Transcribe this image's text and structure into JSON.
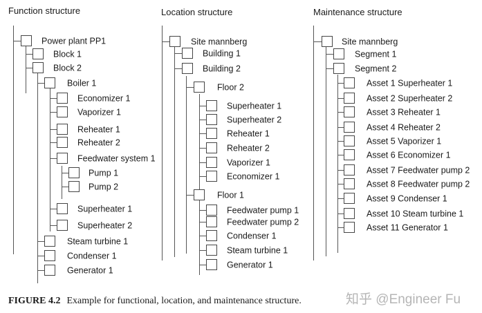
{
  "columns": [
    {
      "title": "Function structure",
      "nodes": [
        {
          "label": "Power plant PP1",
          "level": 0
        },
        {
          "label": "Block 1",
          "level": 1
        },
        {
          "label": "Block 2",
          "level": 1
        },
        {
          "label": "Boiler 1",
          "level": 2
        },
        {
          "label": "Economizer 1",
          "level": 3
        },
        {
          "label": "Vaporizer 1",
          "level": 3
        },
        {
          "label": "Reheater 1",
          "level": 3
        },
        {
          "label": "Reheater 2",
          "level": 3
        },
        {
          "label": "Feedwater system 1",
          "level": 3
        },
        {
          "label": "Pump 1",
          "level": 4
        },
        {
          "label": "Pump 2",
          "level": 4
        },
        {
          "label": "Superheater 1",
          "level": 3
        },
        {
          "label": "Superheater 2",
          "level": 3
        },
        {
          "label": "Steam turbine 1",
          "level": 2
        },
        {
          "label": "Condenser 1",
          "level": 2
        },
        {
          "label": "Generator 1",
          "level": 2
        }
      ]
    },
    {
      "title": "Location structure",
      "nodes": [
        {
          "label": "Site mannberg",
          "level": 0
        },
        {
          "label": "Building 1",
          "level": 1
        },
        {
          "label": "Building 2",
          "level": 1
        },
        {
          "label": "Floor 2",
          "level": 2
        },
        {
          "label": "Superheater 1",
          "level": 3
        },
        {
          "label": "Superheater 2",
          "level": 3
        },
        {
          "label": "Reheater 1",
          "level": 3
        },
        {
          "label": "Reheater 2",
          "level": 3
        },
        {
          "label": "Vaporizer 1",
          "level": 3
        },
        {
          "label": "Economizer 1",
          "level": 3
        },
        {
          "label": "Floor 1",
          "level": 2
        },
        {
          "label": "Feedwater pump 1",
          "level": 3
        },
        {
          "label": "Feedwater pump 2",
          "level": 3
        },
        {
          "label": "Condenser 1",
          "level": 3
        },
        {
          "label": "Steam turbine 1",
          "level": 3
        },
        {
          "label": "Generator 1",
          "level": 3
        }
      ]
    },
    {
      "title": "Maintenance structure",
      "nodes": [
        {
          "label": "Site mannberg",
          "level": 0
        },
        {
          "label": "Segment 1",
          "level": 1
        },
        {
          "label": "Segment 2",
          "level": 1
        },
        {
          "label": "Asset 1  Superheater 1",
          "level": 2
        },
        {
          "label": "Asset 2 Superheater 2",
          "level": 2
        },
        {
          "label": "Asset 3 Reheater 1",
          "level": 2
        },
        {
          "label": "Asset 4 Reheater 2",
          "level": 2
        },
        {
          "label": "Asset 5 Vaporizer 1",
          "level": 2
        },
        {
          "label": "Asset 6 Economizer 1",
          "level": 2
        },
        {
          "label": "Asset 7 Feedwater pump 2",
          "level": 2
        },
        {
          "label": "Asset 8 Feedwater pump 2",
          "level": 2
        },
        {
          "label": "Asset 9 Condenser 1",
          "level": 2
        },
        {
          "label": "Asset 10 Steam turbine 1",
          "level": 2
        },
        {
          "label": "Asset 11 Generator 1",
          "level": 2
        }
      ]
    }
  ],
  "caption": {
    "figure_label": "FIGURE 4.2",
    "text": "Example for functional, location, and maintenance structure."
  },
  "watermark": "知乎 @Engineer Fu"
}
